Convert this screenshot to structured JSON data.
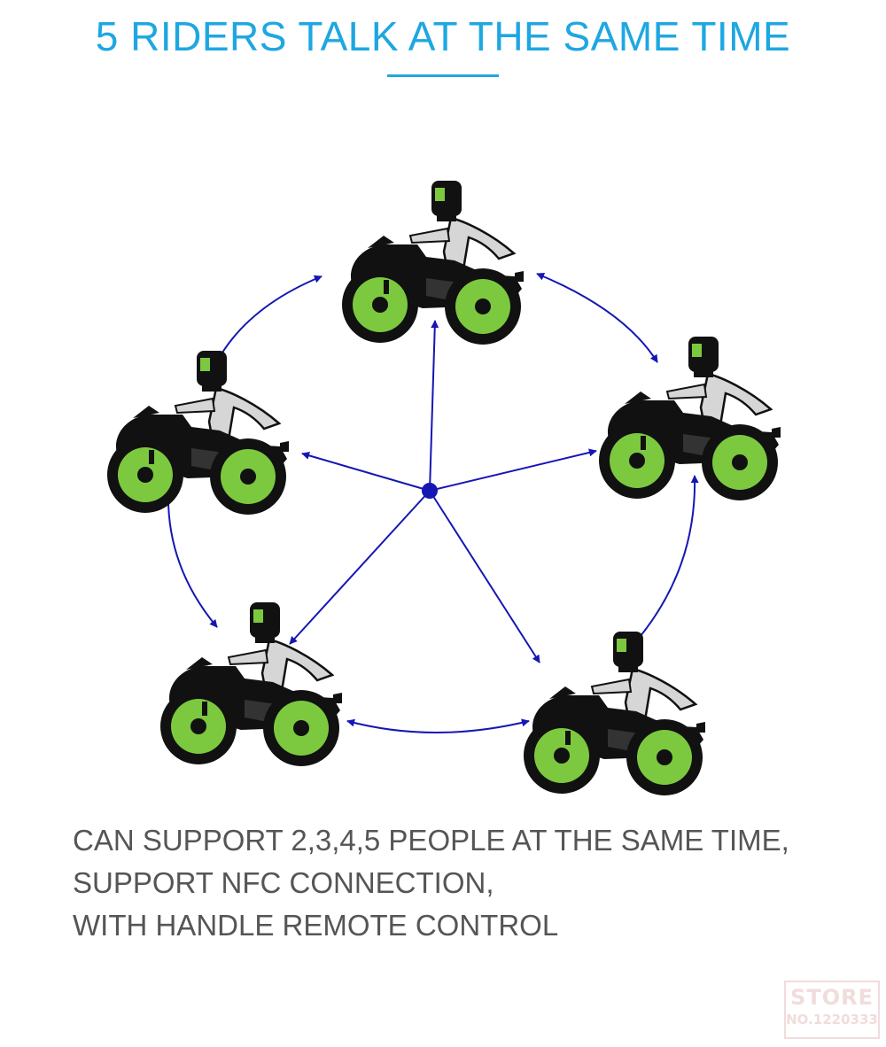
{
  "header": {
    "title": "5 RIDERS TALK AT THE SAME TIME"
  },
  "description": {
    "lines": [
      "CAN SUPPORT 2,3,4,5 PEOPLE AT THE SAME TIME,",
      "SUPPORT NFC CONNECTION,",
      "WITH HANDLE REMOTE CONTROL"
    ]
  },
  "watermark": {
    "line1": "STORE",
    "line2": "NO.1220333"
  },
  "diagram": {
    "rider_count": 5,
    "icon": "motorcycle-rider-icon",
    "colors": {
      "arrow": "#1616b4",
      "wheel": "#7cc93f",
      "bike": "#111111",
      "rider": "#d6d6d6",
      "visor": "#7cc93f"
    }
  },
  "colors": {
    "accent": "#1ea7e1",
    "body_text": "#555555",
    "watermark": "#f1dcdc"
  }
}
